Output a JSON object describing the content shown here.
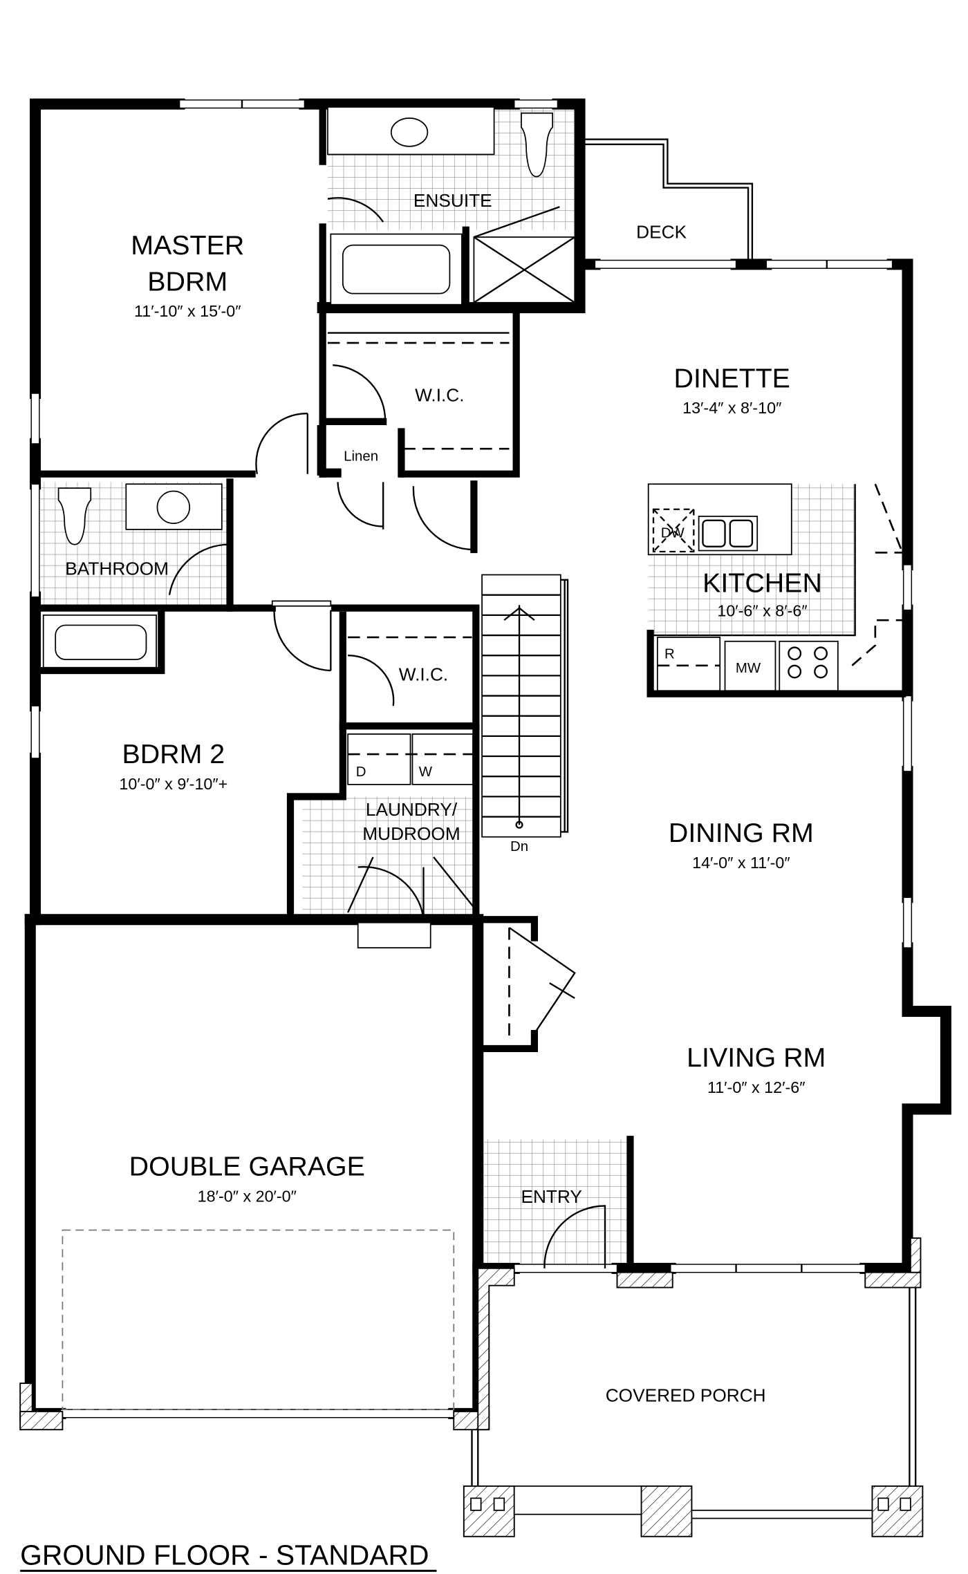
{
  "plan_title": "GROUND FLOOR - STANDARD",
  "rooms": {
    "master": {
      "name_line1": "MASTER",
      "name_line2": "BDRM",
      "size": "11′-10″ x 15′-0″"
    },
    "ensuite": {
      "name": "ENSUITE"
    },
    "deck": {
      "name": "DECK"
    },
    "dinette": {
      "name": "DINETTE",
      "size": "13′-4″ x 8′-10″"
    },
    "wic_master": {
      "name": "W.I.C."
    },
    "linen": {
      "name": "Linen"
    },
    "bathroom": {
      "name": "BATHROOM"
    },
    "kitchen": {
      "name": "KITCHEN",
      "size": "10′-6″ x 8′-6″"
    },
    "wic_bdrm2": {
      "name": "W.I.C."
    },
    "bdrm2": {
      "name": "BDRM 2",
      "size": "10′-0″ x 9′-10″+"
    },
    "laundry": {
      "name_line1": "LAUNDRY/",
      "name_line2": "MUDROOM"
    },
    "dining": {
      "name": "DINING RM",
      "size": "14′-0″ x 11′-0″"
    },
    "living": {
      "name": "LIVING RM",
      "size": "11′-0″ x 12′-6″"
    },
    "garage": {
      "name": "DOUBLE GARAGE",
      "size": "18′-0″ x 20′-0″"
    },
    "entry": {
      "name": "ENTRY"
    },
    "porch": {
      "name": "COVERED PORCH"
    }
  },
  "fixtures": {
    "dishwasher": "DW",
    "refrigerator": "R",
    "microwave": "MW",
    "dryer": "D",
    "washer": "W",
    "stairs_down": "Dn"
  }
}
